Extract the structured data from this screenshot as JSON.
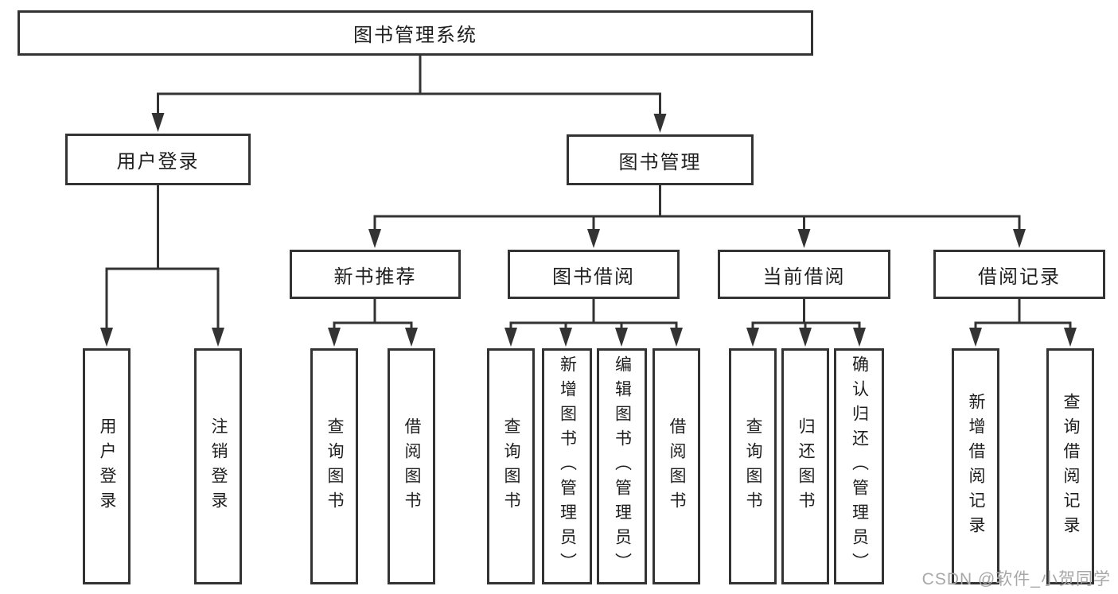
{
  "nodes": {
    "system": {
      "label": "图书管理系统"
    },
    "user_login": {
      "label": "用户登录"
    },
    "book_mgmt": {
      "label": "图书管理"
    },
    "new_rec": {
      "label": "新书推荐"
    },
    "borrow": {
      "label": "图书借阅"
    },
    "current": {
      "label": "当前借阅"
    },
    "records": {
      "label": "借阅记录"
    },
    "leaf_user_login": {
      "label": "用户登录"
    },
    "leaf_logout": {
      "label": "注销登录"
    },
    "leaf_rec_query": {
      "label": "查询图书"
    },
    "leaf_rec_borrow": {
      "label": "借阅图书"
    },
    "leaf_bor_query": {
      "label": "查询图书"
    },
    "leaf_bor_add": {
      "label": "新增图书（管理员）"
    },
    "leaf_bor_edit": {
      "label": "编辑图书（管理员）"
    },
    "leaf_bor_borrow": {
      "label": "借阅图书"
    },
    "leaf_cur_query": {
      "label": "查询图书"
    },
    "leaf_cur_return": {
      "label": "归还图书"
    },
    "leaf_cur_confirm": {
      "label": "确认归还（管理员）"
    },
    "leaf_recd_add": {
      "label": "新增借阅记录"
    },
    "leaf_recd_query": {
      "label": "查询借阅记录"
    }
  },
  "hierarchy": {
    "system": [
      "user_login",
      "book_mgmt"
    ],
    "user_login": [
      "leaf_user_login",
      "leaf_logout"
    ],
    "book_mgmt": [
      "new_rec",
      "borrow",
      "current",
      "records"
    ],
    "new_rec": [
      "leaf_rec_query",
      "leaf_rec_borrow"
    ],
    "borrow": [
      "leaf_bor_query",
      "leaf_bor_add",
      "leaf_bor_edit",
      "leaf_bor_borrow"
    ],
    "current": [
      "leaf_cur_query",
      "leaf_cur_return",
      "leaf_cur_confirm"
    ],
    "records": [
      "leaf_recd_add",
      "leaf_recd_query"
    ]
  },
  "watermark": "CSDN @软件_小贺同学",
  "colors": {
    "line": "#333333",
    "border": "#333333",
    "text": "#1e1e1e",
    "watermark": "#a8a8a8",
    "background": "#ffffff"
  }
}
